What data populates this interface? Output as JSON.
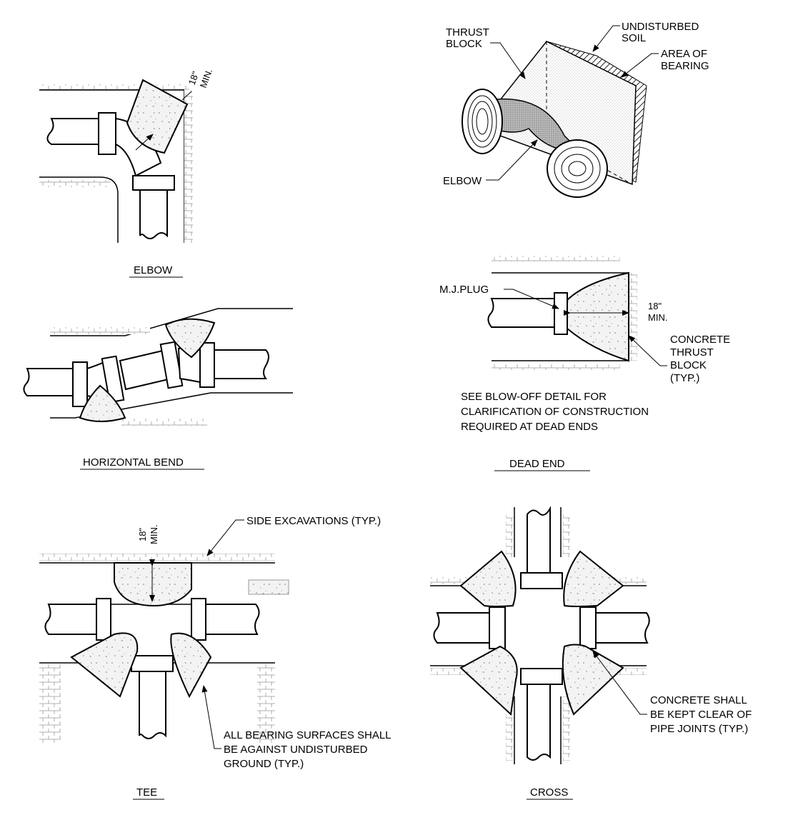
{
  "details": {
    "elbow": {
      "title": "ELBOW",
      "dimension": [
        "18\"",
        "MIN."
      ]
    },
    "isometric": {
      "thrust_block": [
        "THRUST",
        "BLOCK"
      ],
      "undisturbed_soil": [
        "UNDISTURBED",
        "SOIL"
      ],
      "area_of_bearing": [
        "AREA OF",
        "BEARING"
      ],
      "elbow": "ELBOW"
    },
    "horizontal_bend": {
      "title": "HORIZONTAL BEND"
    },
    "dead_end": {
      "title": "DEAD END",
      "plug": "M.J.PLUG",
      "dimension": [
        "18\"",
        "MIN."
      ],
      "concrete": [
        "CONCRETE",
        "THRUST",
        "BLOCK",
        "(TYP.)"
      ],
      "note": [
        "SEE BLOW-OFF DETAIL FOR",
        "CLARIFICATION OF CONSTRUCTION",
        "REQUIRED AT DEAD ENDS"
      ]
    },
    "tee": {
      "title": "TEE",
      "dimension": [
        "18\"",
        "MIN."
      ],
      "side_excavations": "SIDE EXCAVATIONS (TYP.)",
      "bearing_note": [
        "ALL BEARING SURFACES SHALL",
        "BE AGAINST UNDISTURBED",
        "GROUND (TYP.)"
      ]
    },
    "cross": {
      "title": "CROSS",
      "clear_note": [
        "CONCRETE SHALL",
        "BE KEPT CLEAR OF",
        "PIPE JOINTS (TYP.)"
      ]
    }
  }
}
